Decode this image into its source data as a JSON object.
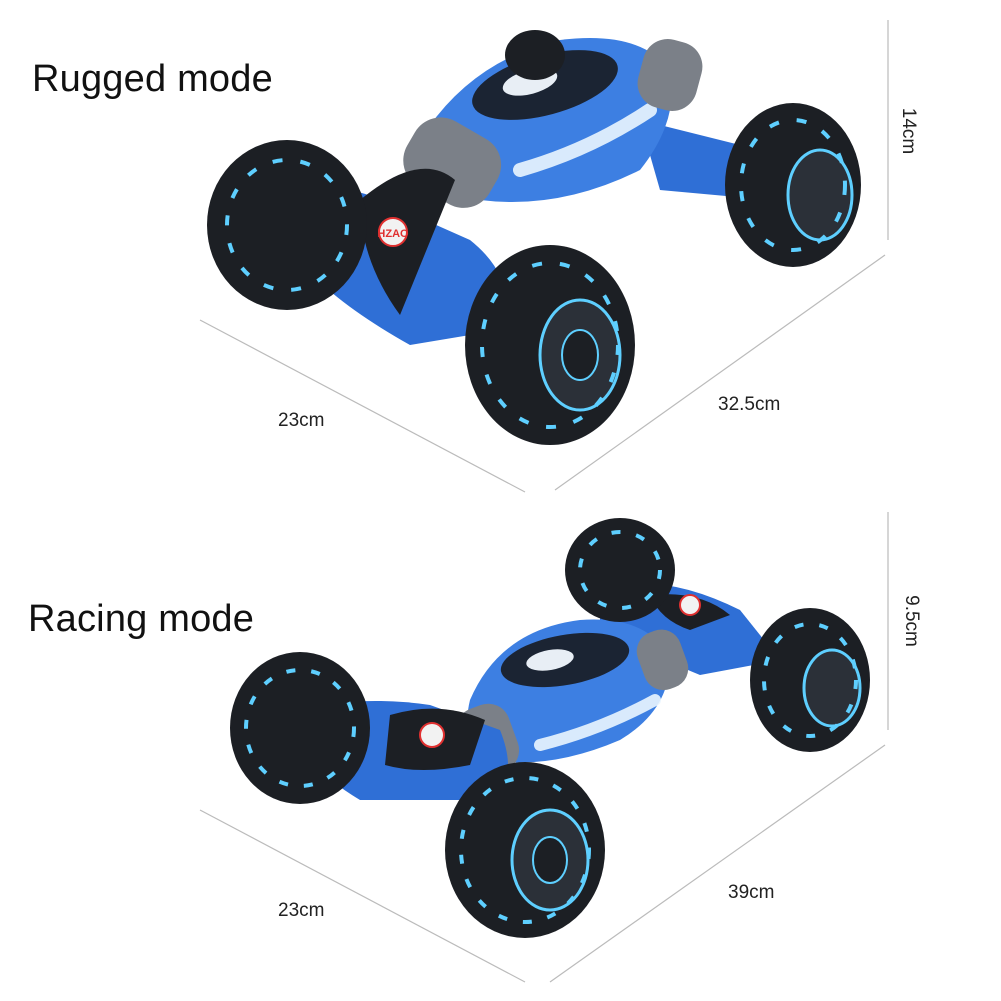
{
  "modes": [
    {
      "title": "Rugged mode",
      "dimensions": {
        "width": "23cm",
        "length": "32.5cm",
        "height": "14cm"
      }
    },
    {
      "title": "Racing mode",
      "dimensions": {
        "width": "23cm",
        "length": "39cm",
        "height": "9.5cm"
      }
    }
  ],
  "product": {
    "logo_text": "HZAO",
    "body_color": "#2f6fd6",
    "wheel_color": "#1c1f24",
    "accent_color": "#5ecfff"
  }
}
